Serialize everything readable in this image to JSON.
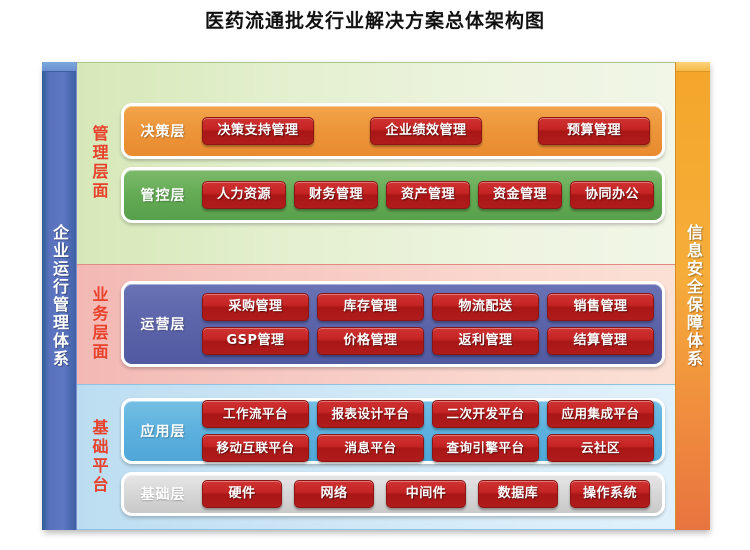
{
  "title": "医药流通批发行业解决方案总体架构图",
  "left_bar": {
    "label": "企业运行管理体系",
    "color": "#5a72bd"
  },
  "right_bar": {
    "label": "信息安全保障体系",
    "color": "#f4a62a"
  },
  "sections": [
    {
      "label": "管理层面",
      "bg_color": "#d6e8b8",
      "layers": [
        {
          "name": "决策层",
          "color": "#ec9338",
          "rows": [
            [
              "决策支持管理",
              "企业绩效管理",
              "预算管理"
            ]
          ]
        },
        {
          "name": "管控层",
          "color": "#61a953",
          "rows": [
            [
              "人力资源",
              "财务管理",
              "资产管理",
              "资金管理",
              "协同办公"
            ]
          ]
        }
      ]
    },
    {
      "label": "业务层面",
      "bg_color": "#f3b8b4",
      "layers": [
        {
          "name": "运营层",
          "color": "#5a62a8",
          "rows": [
            [
              "采购管理",
              "库存管理",
              "物流配送",
              "销售管理"
            ],
            [
              "GSP管理",
              "价格管理",
              "返利管理",
              "结算管理"
            ]
          ]
        }
      ]
    },
    {
      "label": "基础平台",
      "bg_color": "#bcddf1",
      "layers": [
        {
          "name": "应用层",
          "color": "#5aafdd",
          "rows": [
            [
              "工作流平台",
              "报表设计平台",
              "二次开发平台",
              "应用集成平台"
            ],
            [
              "移动互联平台",
              "消息平台",
              "查询引擎平台",
              "云社区"
            ]
          ]
        },
        {
          "name": "基础层",
          "color": "#d5d5d5",
          "rows": [
            [
              "硬件",
              "网络",
              "中间件",
              "数据库",
              "操作系统"
            ]
          ]
        }
      ]
    }
  ]
}
